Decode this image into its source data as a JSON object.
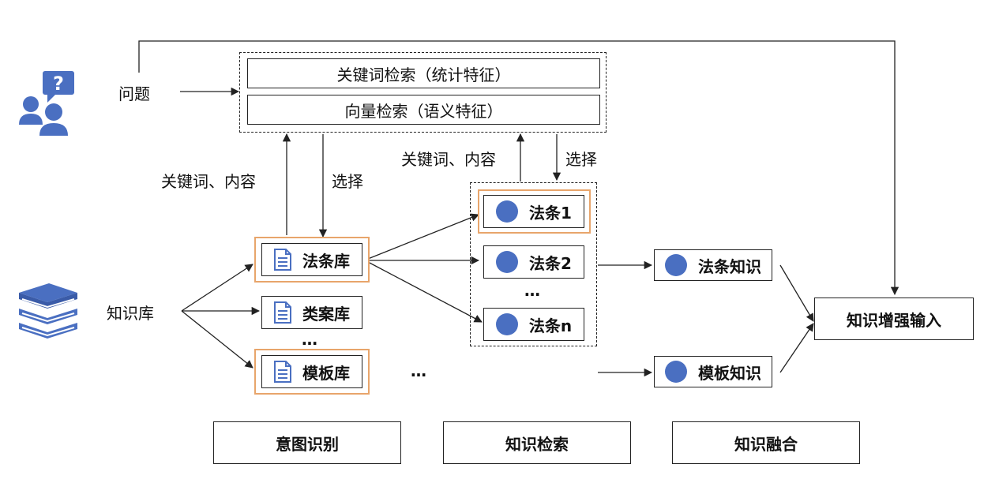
{
  "user": {
    "question_label": "问题"
  },
  "kb": {
    "label": "知识库"
  },
  "search": {
    "keyword_search": "关键词检索（统计特征）",
    "vector_search": "向量检索（语义特征）"
  },
  "edges": {
    "left_up": "关键词、内容",
    "left_down": "选择",
    "right_up": "关键词、内容",
    "right_down": "选择"
  },
  "libraries": {
    "law_lib": "法条库",
    "case_lib": "类案库",
    "template_lib": "模板库",
    "ellipsis": "…"
  },
  "articles": {
    "a1": "法条1",
    "a2": "法条2",
    "an": "法条n",
    "ellipsis": "…"
  },
  "middle_ellipsis": "…",
  "knowledge": {
    "law_knowledge": "法条知识",
    "template_knowledge": "模板知识",
    "enhanced_input": "知识增强输入"
  },
  "stages": {
    "intent": "意图识别",
    "retrieval": "知识检索",
    "fusion": "知识融合"
  },
  "colors": {
    "accent_blue": "#4a6fc1",
    "orange_border": "#e8a56b"
  },
  "icons": {
    "user": "user-question-icon",
    "kb": "books-stack-icon",
    "doc": "document-icon",
    "dot": "filled-circle-icon"
  }
}
